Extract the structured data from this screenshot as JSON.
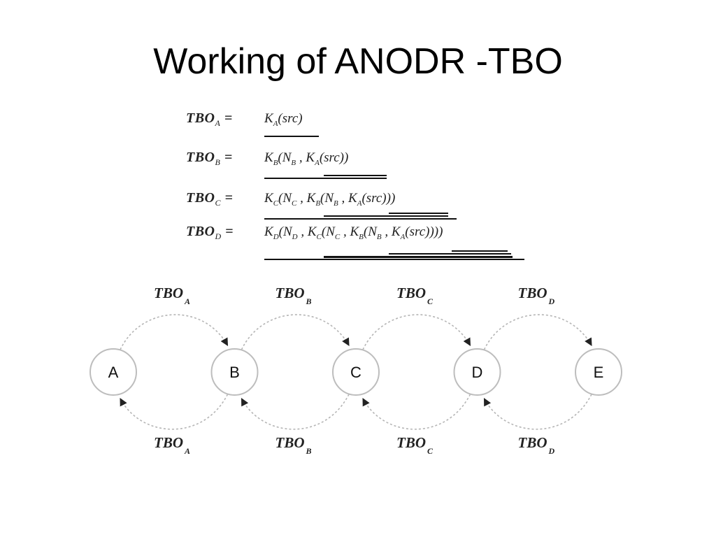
{
  "title": "Working of ANODR -TBO",
  "formulas": [
    {
      "lhs": "TBO",
      "lhs_sub": "A",
      "eq": "=",
      "rhs_html": "K<sub>A</sub>(src)"
    },
    {
      "lhs": "TBO",
      "lhs_sub": "B",
      "eq": "=",
      "rhs_html": "K<sub>B</sub>(N<sub>B</sub> , K<sub>A</sub>(src))"
    },
    {
      "lhs": "TBO",
      "lhs_sub": "C",
      "eq": "=",
      "rhs_html": "K<sub>C</sub>(N<sub>C</sub> , K<sub>B</sub>(N<sub>B</sub> , K<sub>A</sub>(src)))"
    },
    {
      "lhs": "TBO",
      "lhs_sub": "D",
      "eq": "=",
      "rhs_html": "K<sub>D</sub>(N<sub>D</sub> , K<sub>C</sub>(N<sub>C</sub> , K<sub>B</sub>(N<sub>B</sub> , K<sub>A</sub>(src))))"
    }
  ],
  "nodes": [
    "A",
    "B",
    "C",
    "D",
    "E"
  ],
  "forward_edges": [
    {
      "from": "A",
      "to": "B",
      "label": "TBO",
      "sub": "A"
    },
    {
      "from": "B",
      "to": "C",
      "label": "TBO",
      "sub": "B"
    },
    {
      "from": "C",
      "to": "D",
      "label": "TBO",
      "sub": "C"
    },
    {
      "from": "D",
      "to": "E",
      "label": "TBO",
      "sub": "D"
    }
  ],
  "backward_edges": [
    {
      "from": "B",
      "to": "A",
      "label": "TBO",
      "sub": "A"
    },
    {
      "from": "C",
      "to": "B",
      "label": "TBO",
      "sub": "B"
    },
    {
      "from": "D",
      "to": "C",
      "label": "TBO",
      "sub": "C"
    },
    {
      "from": "E",
      "to": "D",
      "label": "TBO",
      "sub": "D"
    }
  ],
  "colors": {
    "node_stroke": "#bdbdbd",
    "edge_stroke": "#b5b5b5",
    "arrow": "#222222"
  }
}
